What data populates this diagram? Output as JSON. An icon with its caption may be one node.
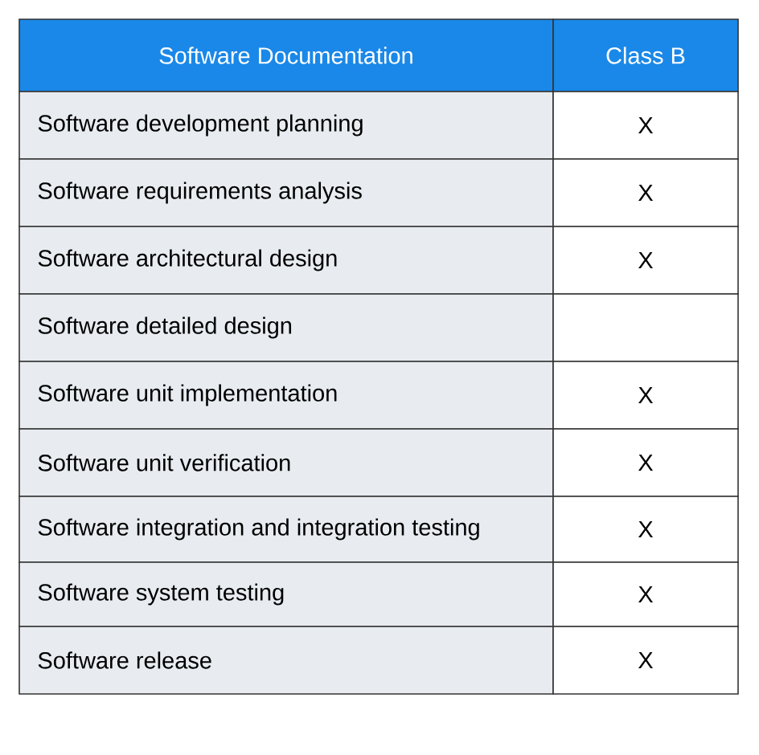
{
  "diagram": {
    "labels": [
      "Software Documentation",
      "Class B",
      "Software development planning",
      "X",
      "Software requirements analysis",
      "X",
      "Software architectural design",
      "X",
      "Software detailed design",
      "Software unit implementation",
      "X",
      "Software unit verification",
      "X",
      "Software integration and integration testing",
      "X",
      "Software system testing",
      "X",
      "Software release",
      "X"
    ]
  }
}
